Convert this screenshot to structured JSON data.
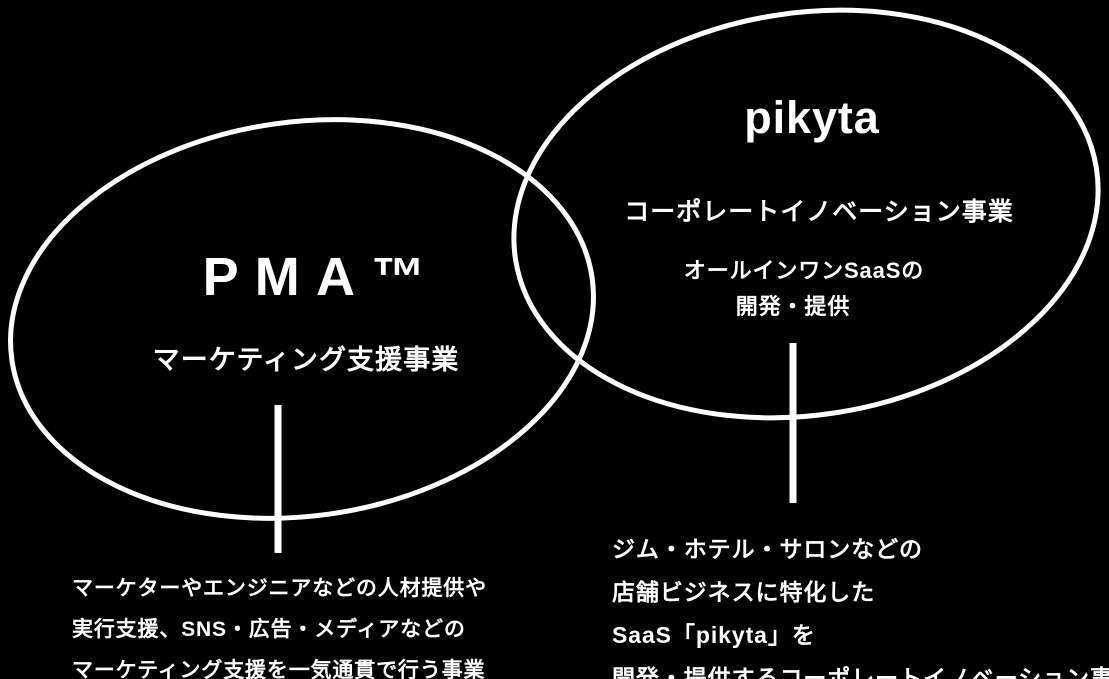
{
  "colors": {
    "background": "#000000",
    "stroke": "#ffffff",
    "text": "#ffffff"
  },
  "diagram": {
    "left_circle": {
      "title": "PMA™",
      "subtitle": "マーケティング支援事業",
      "description_lines": [
        "マーケターやエンジニアなどの人材提供や",
        "実行支援、SNS・広告・メディアなどの",
        "マーケティング支援を一気通貫で行う事業"
      ]
    },
    "right_circle": {
      "title": "pikyta",
      "subtitle": "コーポレートイノベーション事業",
      "note_lines": [
        "オールインワンSaaSの",
        "開発・提供"
      ],
      "description_lines": [
        "ジム・ホテル・サロンなどの",
        "店舗ビジネスに特化した",
        "SaaS「pikyta」を",
        "開発・提供するコーポレートイノベーション事業"
      ]
    }
  }
}
